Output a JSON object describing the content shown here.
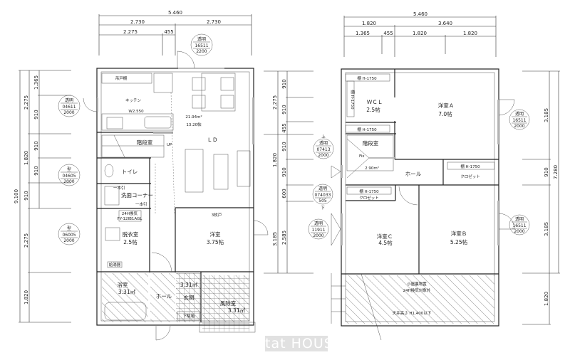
{
  "watermark": "tat HOUSE",
  "floor1": {
    "dims_top": [
      "5.460",
      "2.730",
      "2.730",
      "2.275",
      "455"
    ],
    "dims_left": [
      "9.100",
      "2.275",
      "1.820",
      "910",
      "1.365",
      "910",
      "910",
      "910",
      "2.275",
      "1.820"
    ],
    "dims_right": [
      "2.275",
      "1.820",
      "3.185"
    ],
    "rooms": {
      "hanging_cabinet": "吊戸棚",
      "kitchen": "キッチン",
      "counter_width": "W2.550",
      "ld_area": "21.94m²",
      "ld_jo": "13.20帖",
      "ld": "ＬＤ",
      "stairs": "階段室",
      "up": "UP",
      "toilet": "トイレ",
      "wash": "洗面コーナー",
      "sliding1": "一本引",
      "sliding2": "一本引",
      "vent1": "24H換気",
      "vent2": "FY-12IB1AGL",
      "dressing": "脱衣室",
      "dressing_jo": "2.5帖",
      "western": "洋室",
      "western_jo": "3.75帖",
      "three_door": "3枚戸",
      "water_heater": "給湯器",
      "bath": "浴室",
      "bath_area": "3.31㎡",
      "hall": "ホール",
      "entrance_area": "3.31㎡",
      "entrance": "玄関",
      "shoe_box": "下駄箱",
      "windbreak": "風除室",
      "windbreak_area": "3.31㎡"
    },
    "windows": [
      {
        "type": "透明",
        "code": "16511",
        "size": "2200"
      },
      {
        "type": "透明",
        "code": "04611",
        "size": "2000"
      },
      {
        "type": "型",
        "code": "04605",
        "size": "2000"
      },
      {
        "type": "型",
        "code": "06005",
        "size": "2000"
      }
    ]
  },
  "floor2": {
    "dims_top": [
      "5.460",
      "1.820",
      "3.640",
      "1.365",
      "455",
      "1.820",
      "1.820"
    ],
    "dims_left": [
      "910",
      "910",
      "455",
      "910",
      "910",
      "600",
      "2.585"
    ],
    "dims_right": [
      "3.185",
      "910",
      "3.185",
      "1.820",
      "7.280"
    ],
    "rooms": {
      "shelf1": "棚 H-1750",
      "shelf2": "棚 H-1750",
      "shelf3": "棚 H-1750",
      "shelf4": "棚 H-1750",
      "shelf5": "棚 H-1750",
      "wcl": "ＷＣＬ",
      "wcl_jo": "2.5帖",
      "room_a": "洋室Ａ",
      "room_a_jo": "7.0帖",
      "stairs": "階段室",
      "stairs_area": "2.90m²",
      "hall": "ホール",
      "closet1": "クロゼット",
      "closet2": "クロゼット",
      "room_c": "洋室Ｃ",
      "room_c_jo": "4.5帖",
      "room_b": "洋室Ｂ",
      "room_b_jo": "5.25帖",
      "attic1": "小屋裏物置",
      "attic2": "24H換気対象外",
      "ceiling": "天井高さ H1,400以下",
      "fix": "Fix",
      "up_mark": "上",
      "down_mark": "下"
    },
    "windows": [
      {
        "type": "透明",
        "code": "07413",
        "size": "2000"
      },
      {
        "type": "透明",
        "code": "074033",
        "size": "505"
      },
      {
        "type": "透明",
        "code": "11911",
        "size": "2000"
      },
      {
        "type": "透明",
        "code": "16511",
        "size": "2000"
      },
      {
        "type": "透明",
        "code": "16511",
        "size": "2000"
      }
    ]
  }
}
